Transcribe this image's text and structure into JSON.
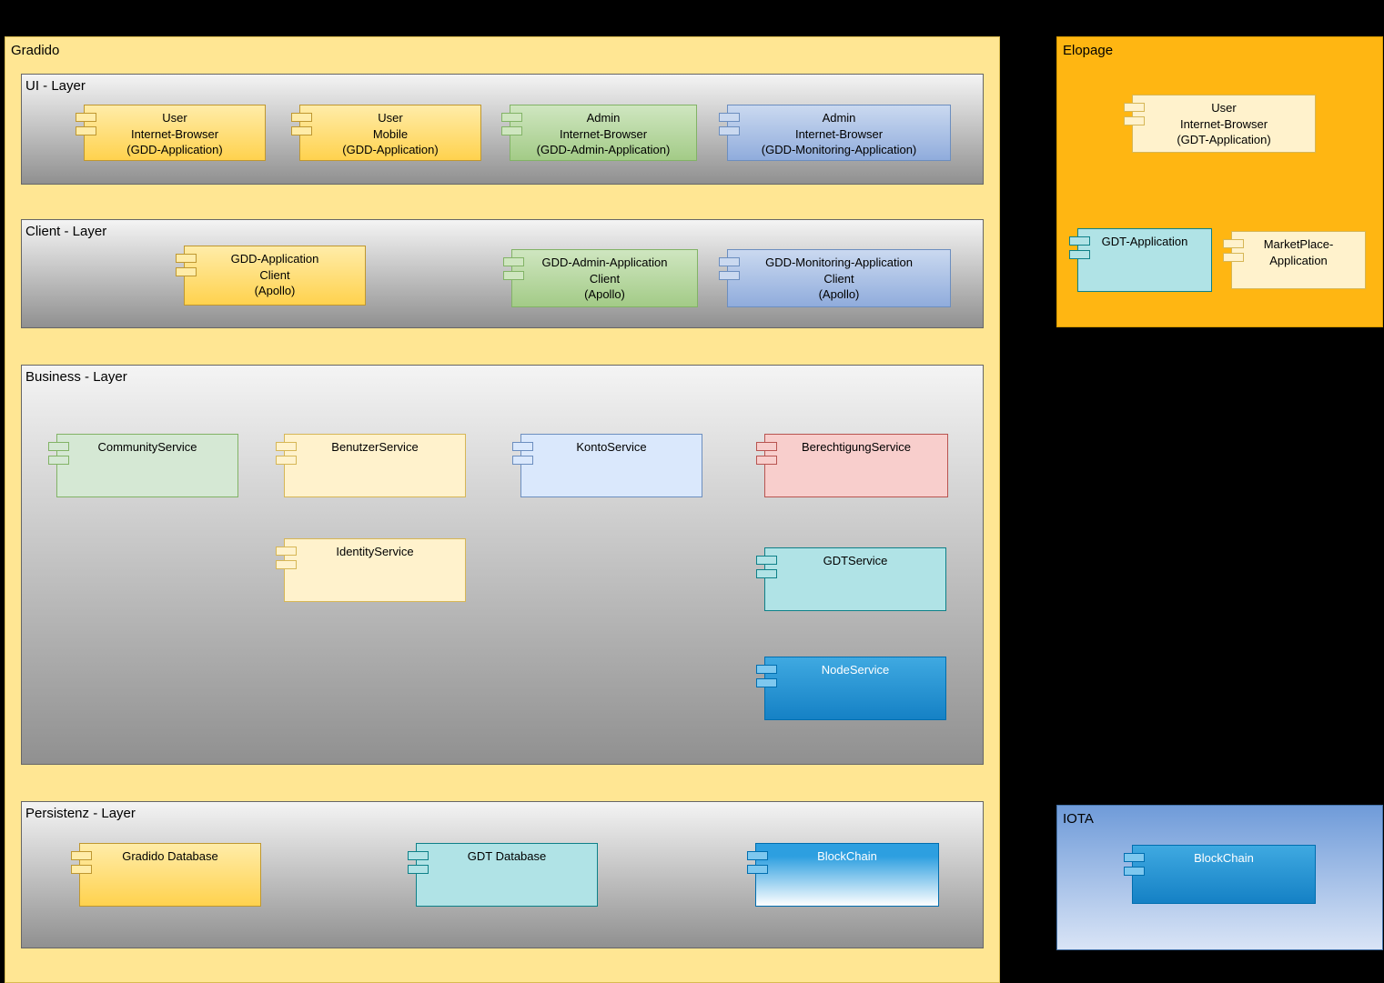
{
  "gradido": {
    "title": "Gradido",
    "ui_layer": {
      "title": "UI - Layer",
      "components": [
        {
          "label": "User\nInternet-Browser\n(GDD-Application)"
        },
        {
          "label": "User\nMobile\n(GDD-Application)"
        },
        {
          "label": "Admin\nInternet-Browser\n(GDD-Admin-Application)"
        },
        {
          "label": "Admin\nInternet-Browser\n(GDD-Monitoring-Application)"
        }
      ]
    },
    "client_layer": {
      "title": "Client - Layer",
      "components": [
        {
          "label": "GDD-Application\nClient\n(Apollo)"
        },
        {
          "label": "GDD-Admin-Application\nClient\n(Apollo)"
        },
        {
          "label": "GDD-Monitoring-Application\nClient\n(Apollo)"
        }
      ]
    },
    "business_layer": {
      "title": "Business - Layer",
      "components": [
        {
          "label": "CommunityService"
        },
        {
          "label": "BenutzerService"
        },
        {
          "label": "KontoService"
        },
        {
          "label": "BerechtigungService"
        },
        {
          "label": "IdentityService"
        },
        {
          "label": "GDTService"
        },
        {
          "label": "NodeService"
        }
      ]
    },
    "persistenz_layer": {
      "title": "Persistenz - Layer",
      "components": [
        {
          "label": "Gradido Database"
        },
        {
          "label": "GDT Database"
        },
        {
          "label": "BlockChain"
        }
      ]
    }
  },
  "elopage": {
    "title": "Elopage",
    "components": [
      {
        "label": "User\nInternet-Browser\n(GDT-Application)"
      },
      {
        "label": "GDT-Application"
      },
      {
        "label": "MarketPlace-\nApplication"
      }
    ]
  },
  "iota": {
    "title": "IOTA",
    "components": [
      {
        "label": "BlockChain"
      }
    ]
  },
  "colors": {
    "page_background": "#000000",
    "gradido_container": "#FFE693",
    "elopage_container": "#FFB612",
    "iota_container_top": "#6F9BD9",
    "iota_container_bottom": "#D9E4F6",
    "layer_gradient_top": "#F4F4F4",
    "layer_gradient_bottom": "#909090",
    "component_yellow": "#FFD24E",
    "component_light_yellow": "#FFF2CC",
    "component_green": "#A3CB87",
    "component_light_green": "#D5E8D4",
    "component_blue": "#90ACDC",
    "component_light_blue": "#DAE8FC",
    "component_pink": "#F8CECC",
    "component_teal": "#B0E3E6",
    "component_bright_blue": "#1581C5"
  }
}
